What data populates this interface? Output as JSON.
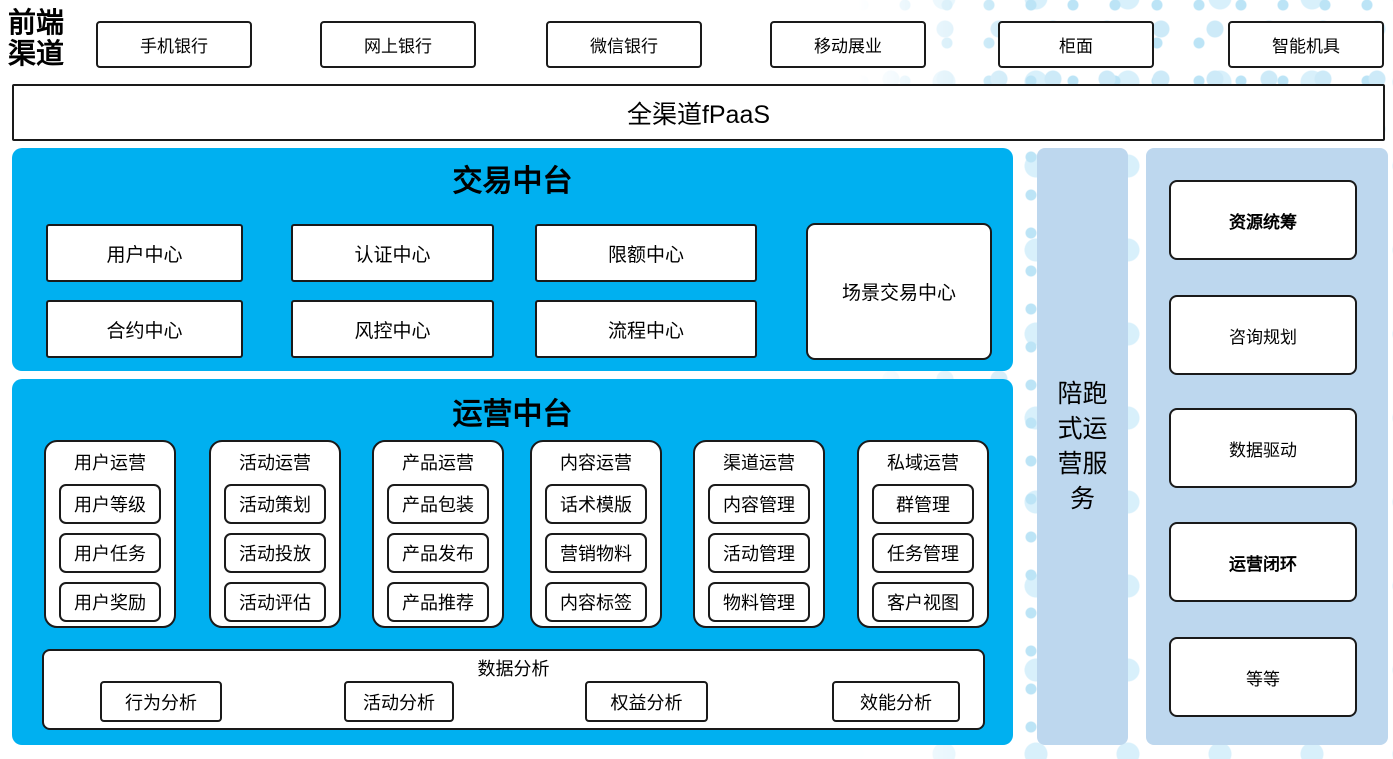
{
  "frontend": {
    "label": "前端渠道"
  },
  "channels": [
    "手机银行",
    "网上银行",
    "微信银行",
    "移动展业",
    "柜面",
    "智能机具"
  ],
  "fpaas": {
    "label": "全渠道fPaaS"
  },
  "trade": {
    "title": "交易中台",
    "row1": [
      "用户中心",
      "认证中心",
      "限额中心"
    ],
    "row2": [
      "合约中心",
      "风控中心",
      "流程中心"
    ],
    "scene": "场景交易中心"
  },
  "ops": {
    "title": "运营中台",
    "columns": [
      {
        "title": "用户运营",
        "items": [
          "用户等级",
          "用户任务",
          "用户奖励"
        ]
      },
      {
        "title": "活动运营",
        "items": [
          "活动策划",
          "活动投放",
          "活动评估"
        ]
      },
      {
        "title": "产品运营",
        "items": [
          "产品包装",
          "产品发布",
          "产品推荐"
        ]
      },
      {
        "title": "内容运营",
        "items": [
          "话术模版",
          "营销物料",
          "内容标签"
        ]
      },
      {
        "title": "渠道运营",
        "items": [
          "内容管理",
          "活动管理",
          "物料管理"
        ]
      },
      {
        "title": "私域运营",
        "items": [
          "群管理",
          "任务管理",
          "客户视图"
        ]
      }
    ],
    "analysis": {
      "title": "数据分析",
      "items": [
        "行为分析",
        "活动分析",
        "权益分析",
        "效能分析"
      ]
    }
  },
  "companion": {
    "label": "陪跑式运营服务"
  },
  "services": {
    "items": [
      {
        "label": "资源统筹"
      },
      {
        "label": "咨询规划"
      },
      {
        "label": "数据驱动"
      },
      {
        "label": "运营闭环"
      },
      {
        "label": "等等"
      }
    ]
  },
  "colors": {
    "primary_blue": "#00B0F0",
    "light_blue": "#BDD7EE",
    "dot_blue": "#CDEAF8",
    "border": "#1A1A1A"
  }
}
